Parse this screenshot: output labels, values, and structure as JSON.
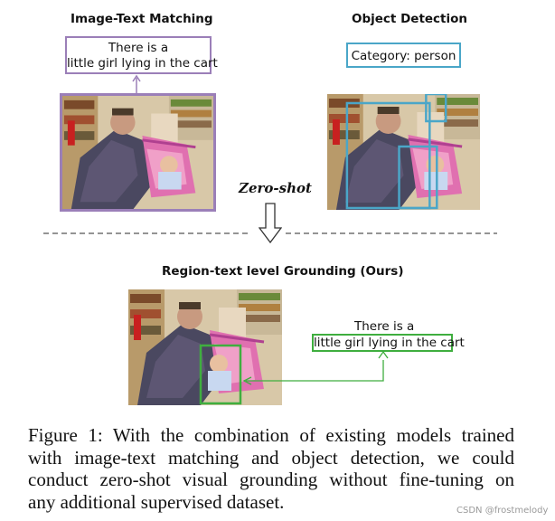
{
  "panels": {
    "left_title": "Image-Text Matching",
    "right_title": "Object Detection",
    "bottom_title": "Region-text level Grounding (Ours)"
  },
  "text_box_left": {
    "line1": "There is a",
    "line2": "little girl lying in the cart"
  },
  "category_box": "Category: person",
  "zero_shot": "Zero-shot",
  "grounding_text": {
    "line1": "There is a",
    "line2": "little girl lying in the cart"
  },
  "caption": {
    "lines": [
      "Figure 1: With the combination of existing models trained",
      "with image-text matching and object detection, we could",
      "conduct zero-shot visual grounding without fine-tuning on",
      "any additional supervised dataset."
    ]
  },
  "watermark": "CSDN @frostmelody",
  "colors": {
    "purple_border": "#9b7fb8",
    "cyan_box": "#4aa6c8",
    "green_box": "#3fae3f",
    "dashed_line": "#555555"
  }
}
